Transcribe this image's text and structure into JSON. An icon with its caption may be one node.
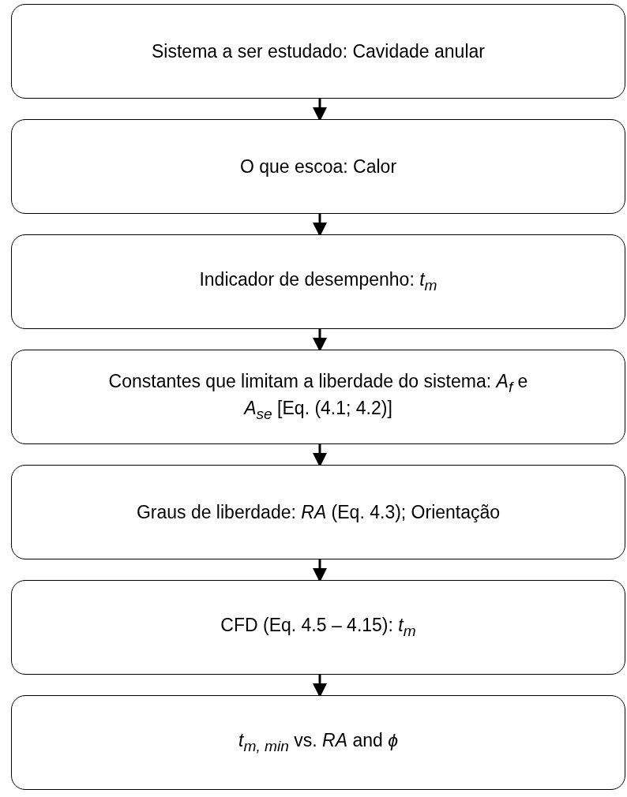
{
  "diagram": {
    "nodes": [
      {
        "text": [
          "Sistema a ser estudado: Cavidade anular"
        ]
      },
      {
        "text": [
          "O que escoa: Calor"
        ]
      },
      {
        "text": [
          "Indicador de desempenho: *t*$_{m}$"
        ]
      },
      {
        "text": [
          "Constantes que limitam a liberdade do sistema: *A*$_{f}$ e *A*$_{se}$ [Eq. (4.1; 4.2)]"
        ]
      },
      {
        "text": [
          "Graus de liberdade: *RA* (Eq. 4.3); Orientação"
        ]
      },
      {
        "text": [
          "CFD (Eq. 4.5 – 4.15): *t*$_{m}$"
        ]
      },
      {
        "text": [
          "*t*$_{m, min}$ vs. *RA* and *ϕ*"
        ]
      }
    ],
    "edges": [
      {
        "from": 0,
        "to": 1,
        "arrow": "to"
      },
      {
        "from": 1,
        "to": 2,
        "arrow": "to"
      },
      {
        "from": 2,
        "to": 3,
        "arrow": "to"
      },
      {
        "from": 3,
        "to": 4,
        "arrow": "to"
      },
      {
        "from": 4,
        "to": 5,
        "arrow": "to"
      },
      {
        "from": 5,
        "to": 6,
        "arrow": "to"
      }
    ]
  }
}
